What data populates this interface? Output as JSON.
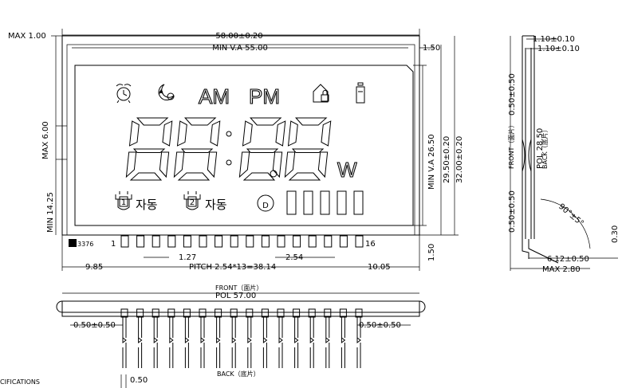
{
  "front": {
    "max_thickness": "MAX  1.00",
    "outline_width": "58.00±0.20",
    "viewing_area_width": "MIN  V.A 55.00",
    "right_gap": "1.50",
    "left_height": "MAX 6.00",
    "left_min_height": "MIN  14.25",
    "va_height": "MIN  V.A  26.50",
    "inner_height": "29.50±0.20",
    "outer_height": "32.00±0.20",
    "bottom_gap": "1.50",
    "part_code": "3376",
    "pin_first": "1",
    "pin_last": "16",
    "left_margin": "9.85",
    "right_margin": "10.05",
    "pin_width": "1.27",
    "pin_spacing": "2.54",
    "pitch": "PITCH  2.54*13=38.14",
    "pin_count": 16
  },
  "lcd": {
    "am": "AM",
    "pm": "PM",
    "unit": "W",
    "korean_label": "자동",
    "badge_one": "1",
    "badge_two": "2",
    "badge_d": "D",
    "level_bars": 5,
    "icons": [
      "alarm-clock-icon",
      "moon-star-icon",
      "house-lock-icon",
      "battery-icon"
    ]
  },
  "side": {
    "top_dim_1": "1.10±0.10",
    "top_dim_2": "1.10±0.10",
    "front_label": "FRONT（面片）",
    "back_label": "BACK（底片）",
    "pol": "POL  28.50",
    "upper_offset": "0.50±0.50",
    "lower_offset": "0.50±0.50",
    "bend_angle": "90°±5°",
    "thickness": "0.30",
    "pin_depth": "6.12±0.50",
    "max_depth": "MAX  2.80"
  },
  "bottom": {
    "front_label": "FRONT（面片）",
    "pol": "POL  57.00",
    "left_offset": "0.50±0.50",
    "right_offset": "0.50±0.50",
    "lead_width": "0.50",
    "back_label": "BACK（底片）",
    "spec_fragment": "CIFICATIONS",
    "pin_count": 16
  }
}
